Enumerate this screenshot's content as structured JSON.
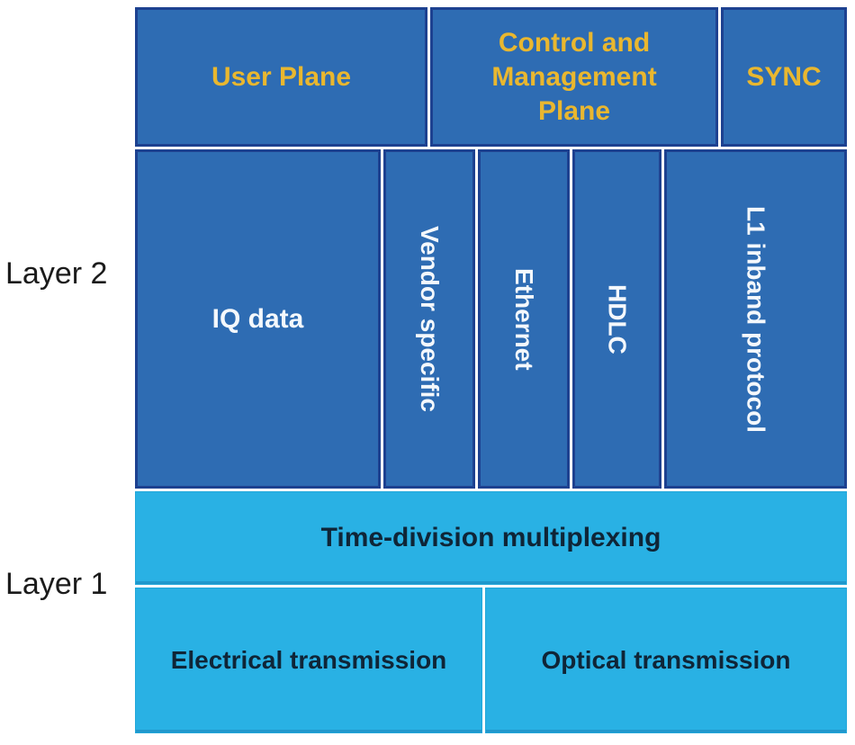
{
  "title": "CPRI protocol stack diagram",
  "colors": {
    "blue_fill": "#2e6cb3",
    "blue_border": "#1d4190",
    "cyan_fill": "#29b1e4",
    "gold_text": "#e9b72f",
    "white_text": "#f4f8fc",
    "dark_navy_text": "#0f2537",
    "layer_label_text": "#1b1b1b",
    "background": "#ffffff"
  },
  "layer_labels": [
    {
      "label": "Layer 2"
    },
    {
      "label": "Layer 1"
    }
  ],
  "plane_row": [
    {
      "label": "User Plane"
    },
    {
      "label": "Control and Management Plane"
    },
    {
      "label": "SYNC"
    }
  ],
  "layer2_columns": [
    {
      "label": "IQ data",
      "orientation": "horizontal"
    },
    {
      "label": "Vendor specific",
      "orientation": "vertical"
    },
    {
      "label": "Ethernet",
      "orientation": "vertical"
    },
    {
      "label": "HDLC",
      "orientation": "vertical"
    },
    {
      "label": "L1 inband protocol",
      "orientation": "vertical"
    }
  ],
  "layer1_boxes": {
    "tdm": "Time-division multiplexing",
    "electrical": "Electrical transmission",
    "optical": "Optical transmission"
  }
}
